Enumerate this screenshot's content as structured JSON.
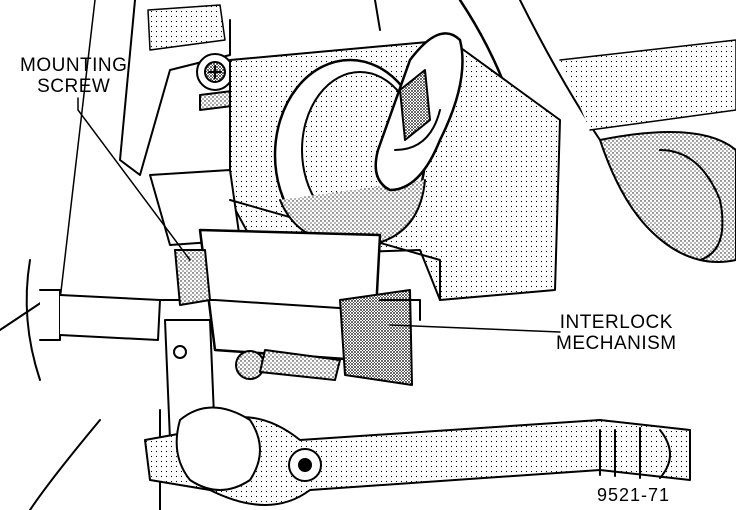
{
  "labels": {
    "mounting_screw": {
      "line1": "MOUNTING",
      "line2": "SCREW"
    },
    "interlock_mechanism": {
      "line1": "INTERLOCK",
      "line2": "MECHANISM"
    },
    "figure_code": "9521-71"
  },
  "colors": {
    "ink": "#000000",
    "paper": "#ffffff",
    "shade": "#9a9a9a"
  }
}
